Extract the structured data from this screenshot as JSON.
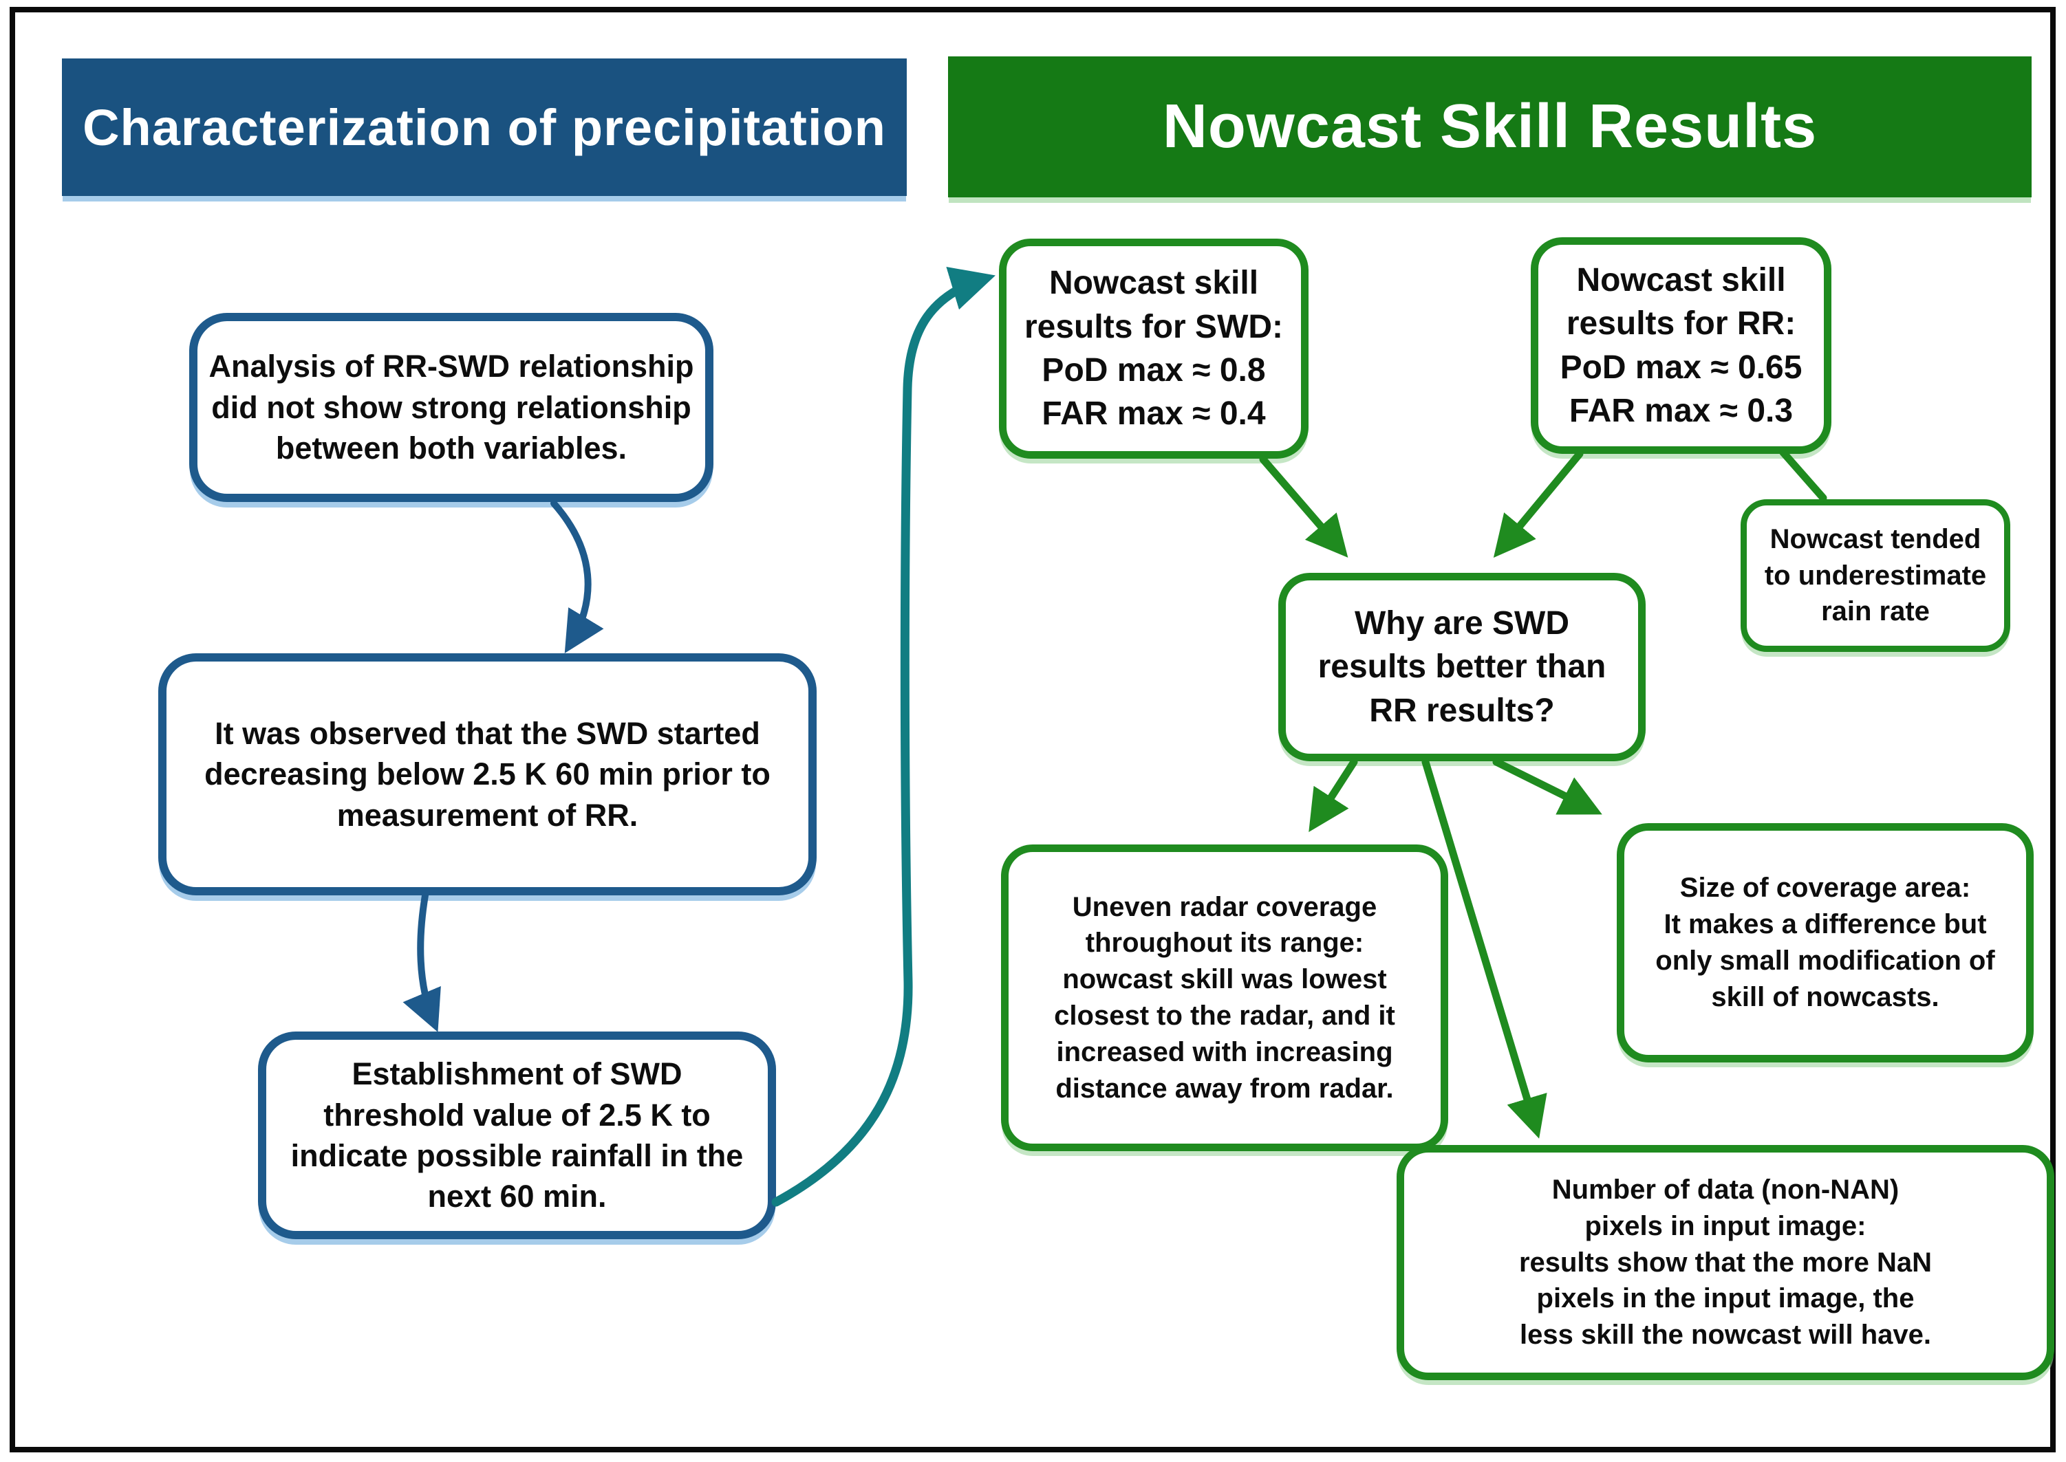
{
  "headers": {
    "left": "Characterization of precipitation",
    "right": "Nowcast Skill Results"
  },
  "left_flow": {
    "analysis": "Analysis of RR-SWD relationship\ndid not show strong relationship\nbetween both variables.",
    "observed": "It was observed that the SWD started\ndecreasing below 2.5 K 60 min prior to\nmeasurement of RR.",
    "threshold": "Establishment of SWD\nthreshold value of 2.5 K to\nindicate possible rainfall in the\nnext 60 min."
  },
  "right_flow": {
    "swd_results": "Nowcast skill\nresults for SWD:\nPoD max ≈ 0.8\nFAR max ≈ 0.4",
    "rr_results": "Nowcast skill\nresults for RR:\nPoD max ≈ 0.65\nFAR max ≈ 0.3",
    "underestimate": "Nowcast tended\nto underestimate\nrain rate",
    "why": "Why are SWD\nresults better than\nRR results?",
    "uneven_radar": "Uneven radar coverage\nthroughout its range:\nnowcast skill was lowest\nclosest to the radar, and it\nincreased with increasing\ndistance away from radar.",
    "coverage_area": "Size of coverage area:\nIt makes a difference but\nonly small modification of\nskill of nowcasts.",
    "nan_pixels": "Number of data (non-NAN)\npixels in input image:\nresults show that the more NaN\npixels in the input image, the\nless skill the nowcast will have."
  },
  "colors": {
    "blue_fill": "#1A5280",
    "blue_border": "#1E5A8C",
    "green_fill": "#157A15",
    "green_border": "#1F8B1F",
    "teal_arrow": "#117D82",
    "text": "#0D0D0D"
  }
}
